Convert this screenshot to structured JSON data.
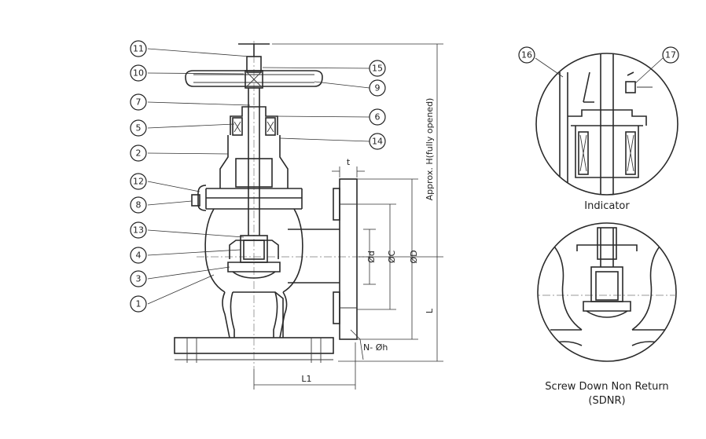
{
  "callouts": {
    "c1": "1",
    "c2": "2",
    "c3": "3",
    "c4": "4",
    "c5": "5",
    "c6": "6",
    "c7": "7",
    "c8": "8",
    "c9": "9",
    "c10": "10",
    "c11": "11",
    "c12": "12",
    "c13": "13",
    "c14": "14",
    "c15": "15",
    "c16": "16",
    "c17": "17"
  },
  "dimensions": {
    "t": "t",
    "d": "Ød",
    "c": "ØC",
    "D": "ØD",
    "height": "Approx. H(fully opened)",
    "L": "L",
    "L1": "L1",
    "holes": "N- Øh"
  },
  "details": {
    "indicator_caption": "Indicator",
    "sdnr_caption_line1": "Screw Down Non Return",
    "sdnr_caption_line2": "(SDNR)"
  }
}
